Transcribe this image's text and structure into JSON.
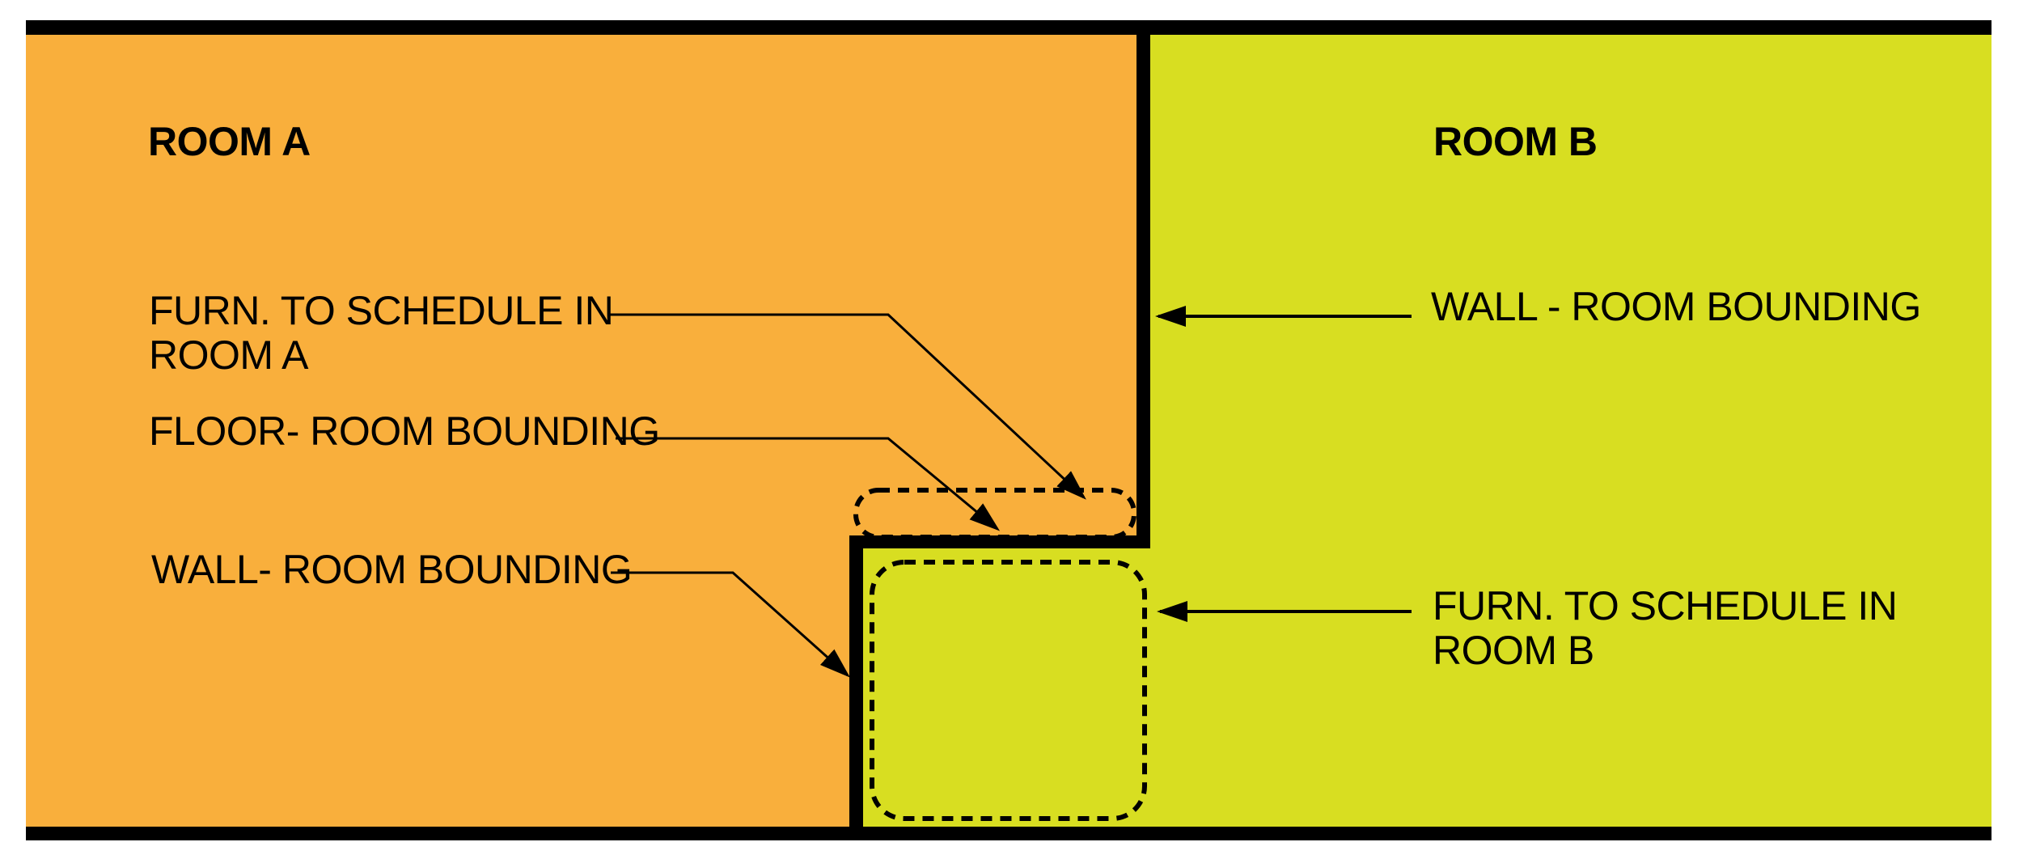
{
  "colors": {
    "room_a_fill": "#F9AF3C",
    "room_b_fill": "#D8DE21",
    "wall": "#000000",
    "background": "#FFFFFF",
    "text": "#000000"
  },
  "rooms": {
    "a": {
      "name": "ROOM A"
    },
    "b": {
      "name": "ROOM B"
    }
  },
  "annotations": {
    "furn_a": {
      "line1": "FURN. TO SCHEDULE IN",
      "line2": "ROOM A"
    },
    "floor_a": {
      "text": "FLOOR- ROOM BOUNDING"
    },
    "wall_a": {
      "text": "WALL- ROOM BOUNDING"
    },
    "wall_b": {
      "text": "WALL - ROOM BOUNDING"
    },
    "furn_b": {
      "line1": "FURN. TO SCHEDULE IN",
      "line2": "ROOM B"
    }
  }
}
